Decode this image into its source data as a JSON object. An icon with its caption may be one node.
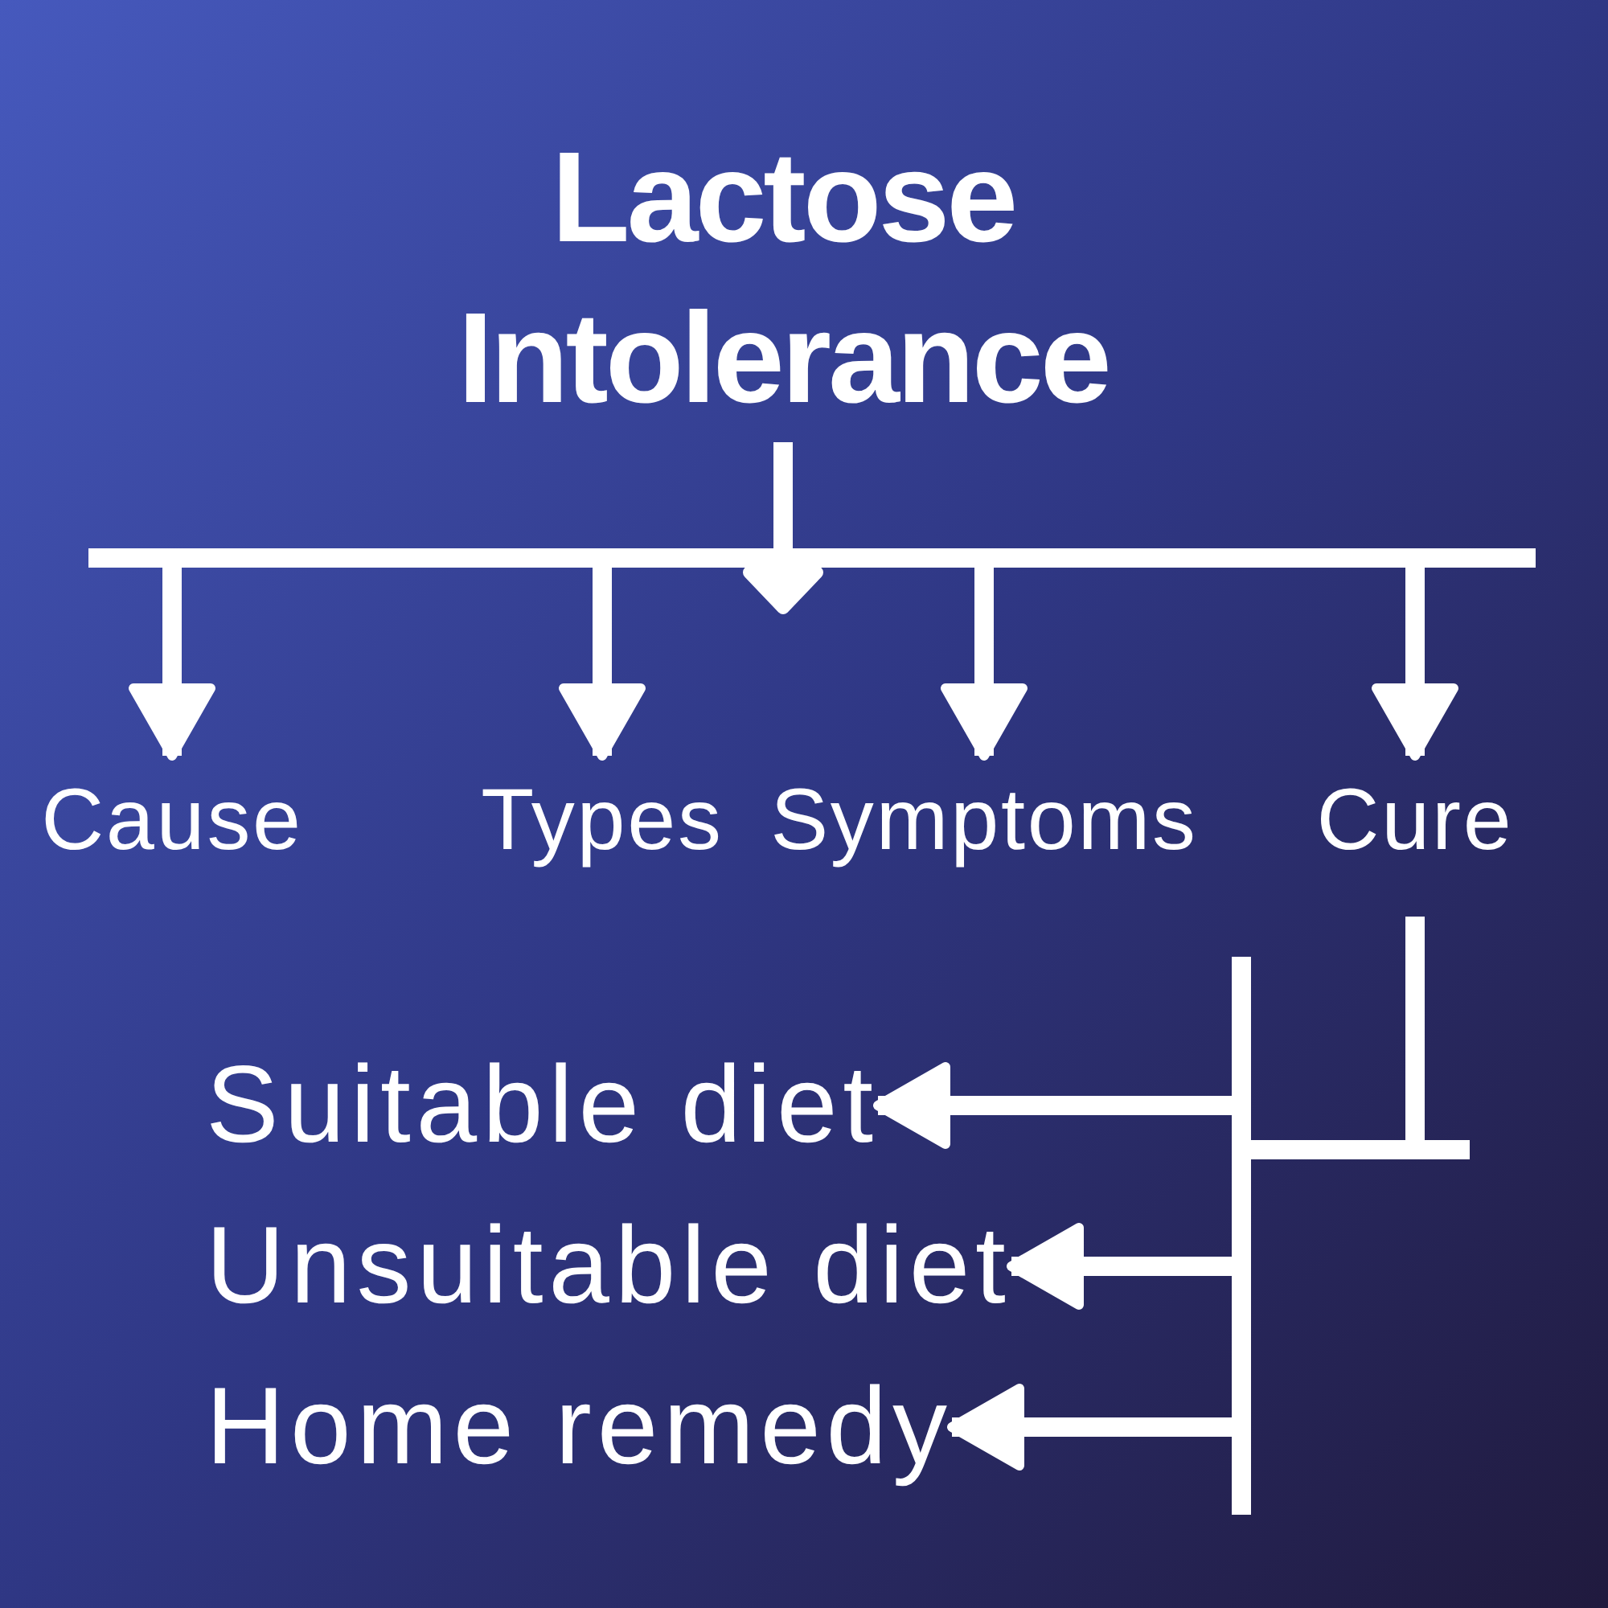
{
  "diagram": {
    "nodes": [
      {
        "text": [
          "Lactose Intolerance"
        ]
      },
      {
        "text": [
          "Cause"
        ]
      },
      {
        "text": [
          "Types"
        ]
      },
      {
        "text": [
          "Symptoms"
        ]
      },
      {
        "text": [
          "Cure"
        ]
      },
      {
        "text": [
          "Suitable diet"
        ]
      },
      {
        "text": [
          "Unsuitable diet"
        ]
      },
      {
        "text": [
          "Home remedy"
        ]
      }
    ],
    "edges": [
      {
        "from": 0,
        "to": 1,
        "arrow": "to"
      },
      {
        "from": 0,
        "to": 2,
        "arrow": "to"
      },
      {
        "from": 0,
        "to": 3,
        "arrow": "to"
      },
      {
        "from": 0,
        "to": 4,
        "arrow": "to"
      },
      {
        "from": 4,
        "to": 5,
        "arrow": "to"
      },
      {
        "from": 4,
        "to": 6,
        "arrow": "to"
      },
      {
        "from": 4,
        "to": 7,
        "arrow": "to"
      }
    ]
  }
}
